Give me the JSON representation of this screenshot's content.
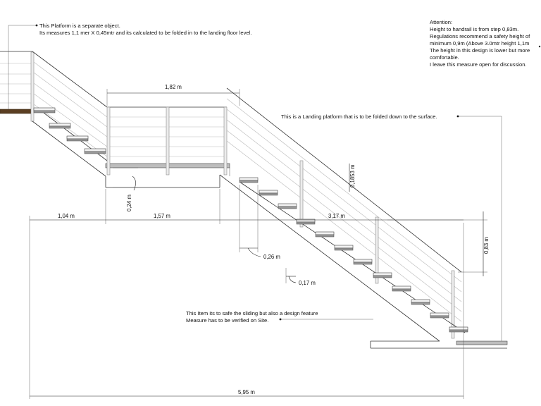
{
  "notes": {
    "platform_line1": "This Platform is a separate object.",
    "platform_line2": "Its measures 1,1 mer X 0,45mtr and its calculated to be folded in to the landing floor level.",
    "attention_lines": [
      "Attention:",
      "Height to handrail is from step 0,83m.",
      "Regulations recommend a safety height of",
      "minimum 0,9m (Above 3.0mtr height 1,1m",
      "The height in this design is lower but more",
      "comfortable.",
      "I leave this measure open for discussion."
    ],
    "landing": "This is a Landing platform that is to be folded down to the surface.",
    "item_line1": "This Item its to safe the sliding but also a design feature",
    "item_line2": "Measure has to be verified on Site."
  },
  "dimensions": {
    "landing_width": "1,82 m",
    "gap_height": "0,24 m",
    "rail_clear": "0,1853 m",
    "run_left": "1,04 m",
    "run_mid": "1,57 m",
    "run_right": "3,17 m",
    "handrail_height": "0,83 m",
    "tread_depth": "0,26 m",
    "riser_height": "0,17 m",
    "total_length": "5,95 m"
  },
  "colors": {
    "line": "#333333",
    "rail": "#b9b9b9",
    "tread": "#9a9a9a",
    "deck": "#5a3e22"
  }
}
